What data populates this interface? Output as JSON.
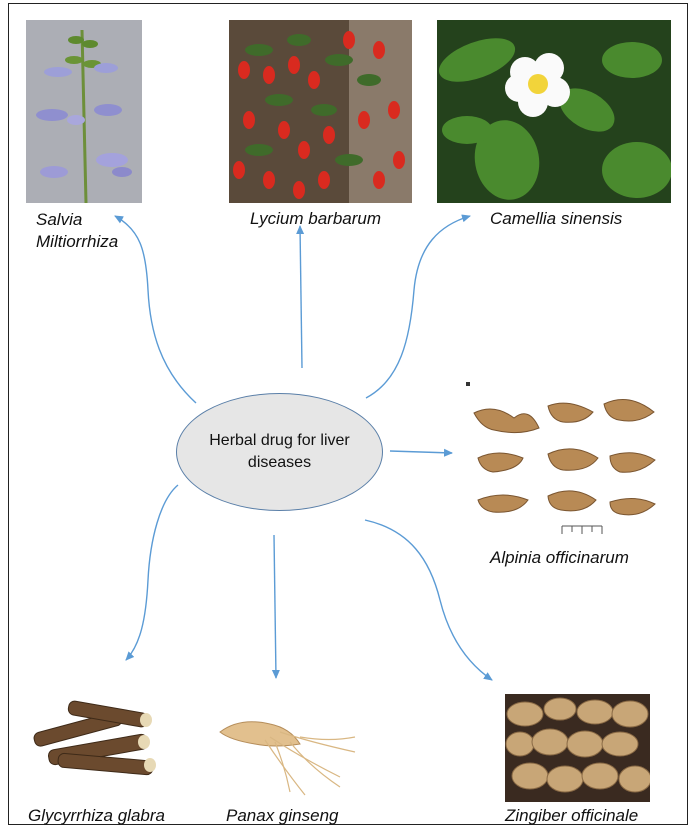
{
  "center": {
    "label": "Herbal drug for liver diseases"
  },
  "herbs": [
    {
      "name": "Salvia",
      "name2": "Miltiorrhiza",
      "image": "salvia-flower-spike-photo"
    },
    {
      "name": "Lycium barbarum",
      "image": "red-goji-berries-photo"
    },
    {
      "name": "Camellia sinensis",
      "image": "white-tea-flower-photo"
    },
    {
      "name": "Alpinia officinarum",
      "image": "dried-galangal-rhizomes-photo"
    },
    {
      "name": "Zingiber officinale",
      "image": "ginger-roots-photo"
    },
    {
      "name": "Panax ginseng",
      "image": "ginseng-root-photo"
    },
    {
      "name": "Glycyrrhiza glabra",
      "image": "licorice-root-sticks-photo"
    }
  ],
  "colors": {
    "arrow": "#5b9bd5",
    "ellipse_fill": "#e6e6e6",
    "ellipse_border": "#5a7fa8"
  }
}
